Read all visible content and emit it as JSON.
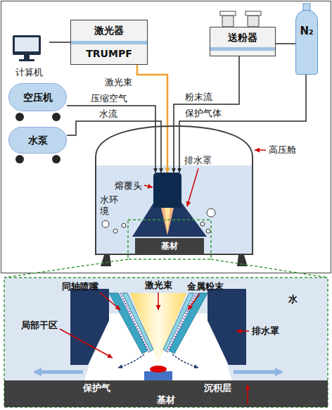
{
  "diagram": {
    "nodes": [
      {
        "text": [
          "计算机"
        ]
      },
      {
        "text": [
          "激光器",
          "TRUMPF"
        ]
      },
      {
        "text": [
          "送粉器"
        ]
      },
      {
        "text": [
          "N₂"
        ]
      },
      {
        "text": [
          "空压机"
        ]
      },
      {
        "text": [
          "水泵"
        ]
      },
      {
        "text": [
          "高压舱"
        ]
      },
      {
        "text": [
          "熔覆头"
        ],
        "in": 6
      },
      {
        "text": [
          "基材"
        ],
        "in": 6
      },
      {
        "text": [
          "基材"
        ]
      }
    ],
    "edges": [
      {
        "from": 0,
        "to": 1,
        "arrow": "none"
      },
      {
        "from": 1,
        "to": 7,
        "label": "激光束",
        "arrow": "to"
      },
      {
        "from": 4,
        "to": 7,
        "label": "压缩空气",
        "arrow": "to"
      },
      {
        "from": 5,
        "to": 7,
        "label": "水流",
        "arrow": "to"
      },
      {
        "from": 2,
        "to": 7,
        "label": "粉末流",
        "arrow": "to"
      },
      {
        "from": 3,
        "to": 7,
        "label": "保护气体",
        "arrow": "to"
      },
      {
        "from": 3,
        "to": 2,
        "arrow": "none"
      }
    ],
    "labels": [
      "水环境",
      "排水罩",
      "同轴喷嘴",
      "激光束",
      "金属粉末",
      "水",
      "局部干区",
      "排水罩",
      "保护气",
      "沉积层"
    ]
  }
}
